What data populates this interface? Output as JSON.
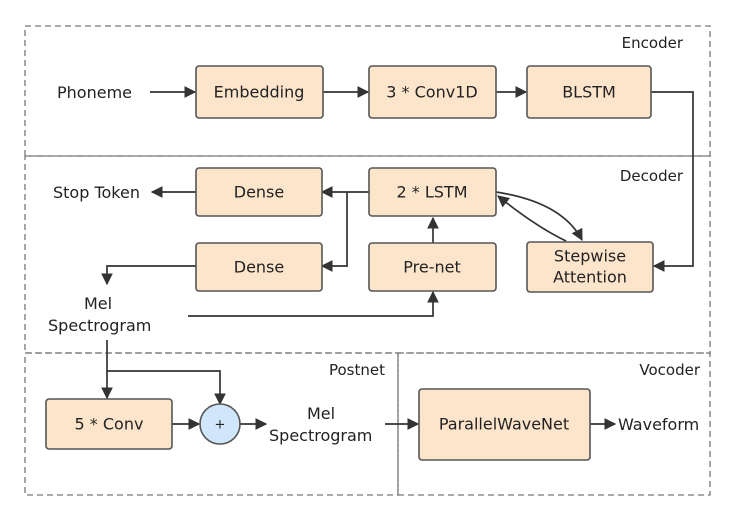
{
  "regions": {
    "encoder": "Encoder",
    "decoder": "Decoder",
    "postnet": "Postnet",
    "vocoder": "Vocoder"
  },
  "nodes": {
    "embedding": "Embedding",
    "conv1d": "3 * Conv1D",
    "blstm": "BLSTM",
    "dense_top": "Dense",
    "lstm": "2 * LSTM",
    "dense_bottom": "Dense",
    "prenet": "Pre-net",
    "attention_line1": "Stepwise",
    "attention_line2": "Attention",
    "conv5": "5 * Conv",
    "adder": "+",
    "parallelwavenet": "ParallelWaveNet"
  },
  "labels": {
    "phoneme": "Phoneme",
    "stop_token": "Stop Token",
    "mel1_line1": "Mel",
    "mel1_line2": "Spectrogram",
    "mel2_line1": "Mel",
    "mel2_line2": "Spectrogram",
    "waveform": "Waveform"
  },
  "colors": {
    "box_fill": "#fde5cc",
    "adder_fill": "#cfe6fb",
    "edge": "#333333"
  }
}
